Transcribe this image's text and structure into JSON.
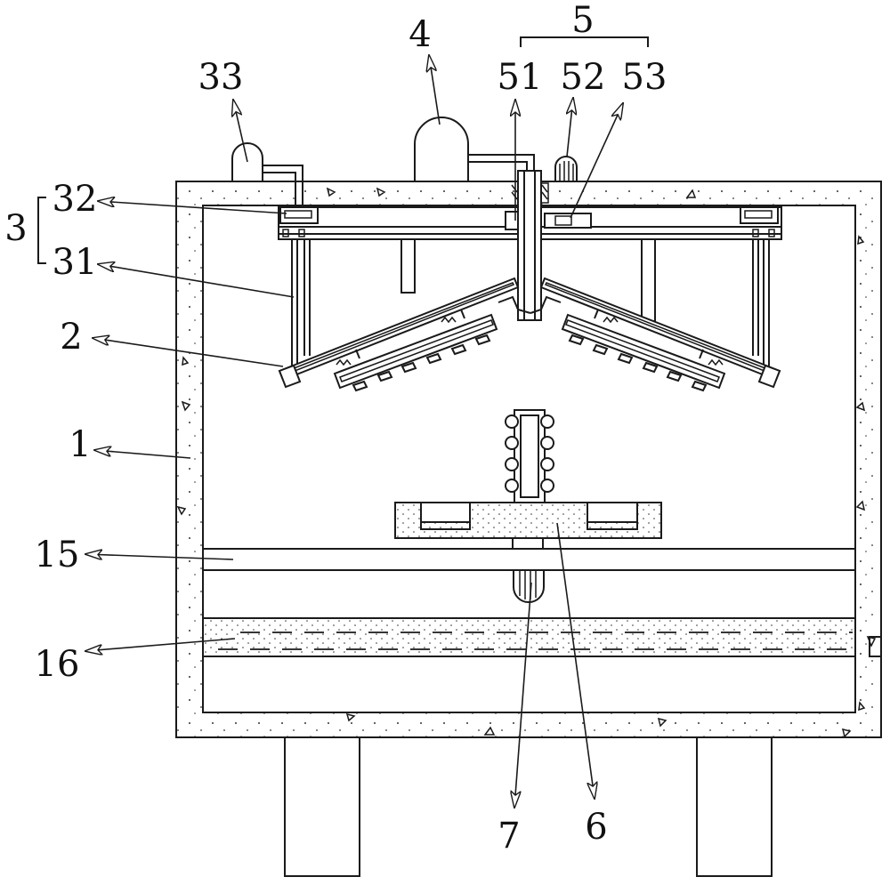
{
  "labels": {
    "l1": "1",
    "l2": "2",
    "l3": "3",
    "l31": "31",
    "l32": "32",
    "l33": "33",
    "l4": "4",
    "l5": "5",
    "l51": "51",
    "l52": "52",
    "l53": "53",
    "l6": "6",
    "l7": "7",
    "l15": "15",
    "l16": "16"
  }
}
